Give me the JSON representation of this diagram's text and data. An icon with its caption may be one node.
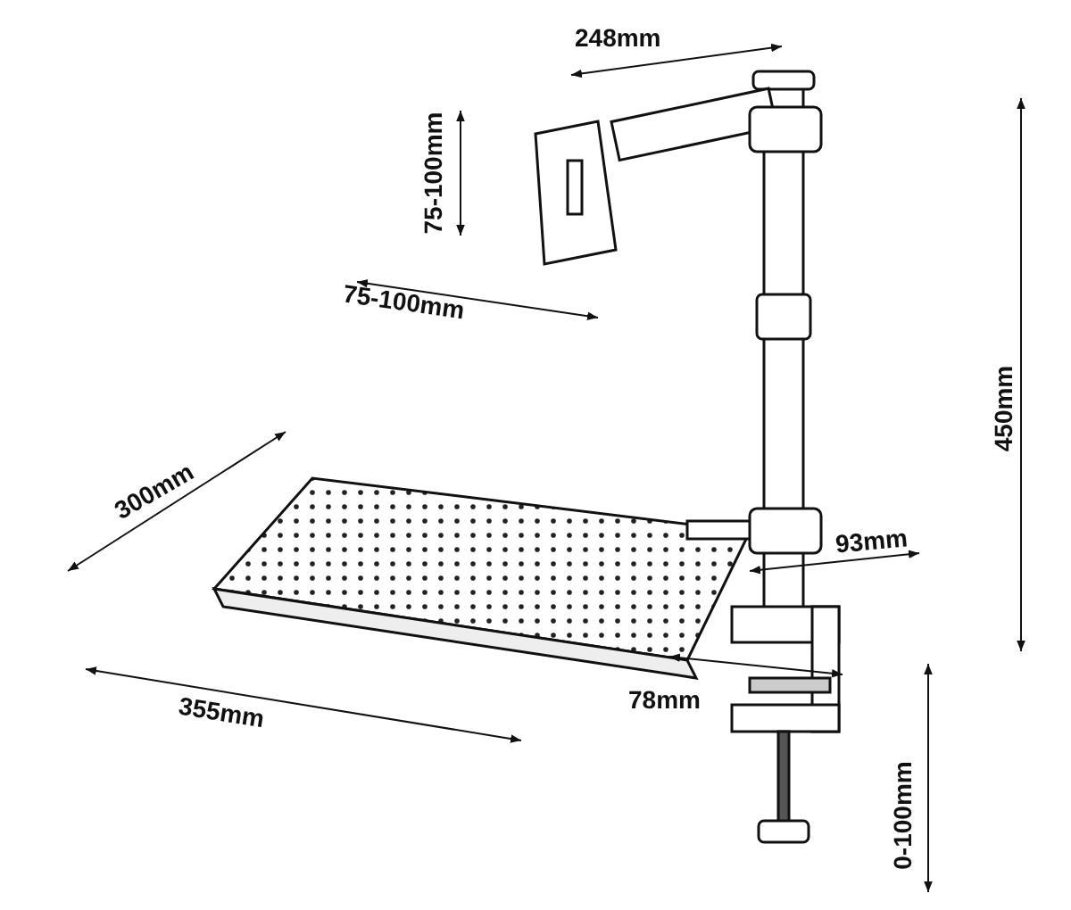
{
  "diagram": {
    "labels": [
      "248mm",
      "75-100mm",
      "75-100mm",
      "450mm",
      "300mm",
      "93mm",
      "355mm",
      "78mm",
      "0-100mm"
    ]
  }
}
